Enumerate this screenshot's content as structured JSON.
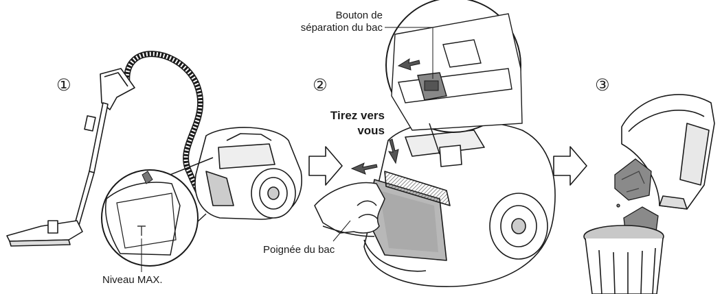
{
  "steps": {
    "one": "①",
    "two": "②",
    "three": "③"
  },
  "labels": {
    "release_button": "Bouton de\nséparation du bac",
    "pull_instruction": "Tirez vers\nvous",
    "bin_handle": "Poignée du bac",
    "max_level": "Niveau MAX."
  },
  "icons": [
    "vacuum-cleaner-icon",
    "zoom-detail-icon",
    "dust-bin-icon",
    "hand-icon",
    "trash-can-icon",
    "dust-clump-icon",
    "right-arrow-icon"
  ],
  "colors": {
    "line": "#1a1a1a",
    "fill": "#ffffff",
    "shade": "#b8b8b8",
    "dark": "#555555"
  }
}
